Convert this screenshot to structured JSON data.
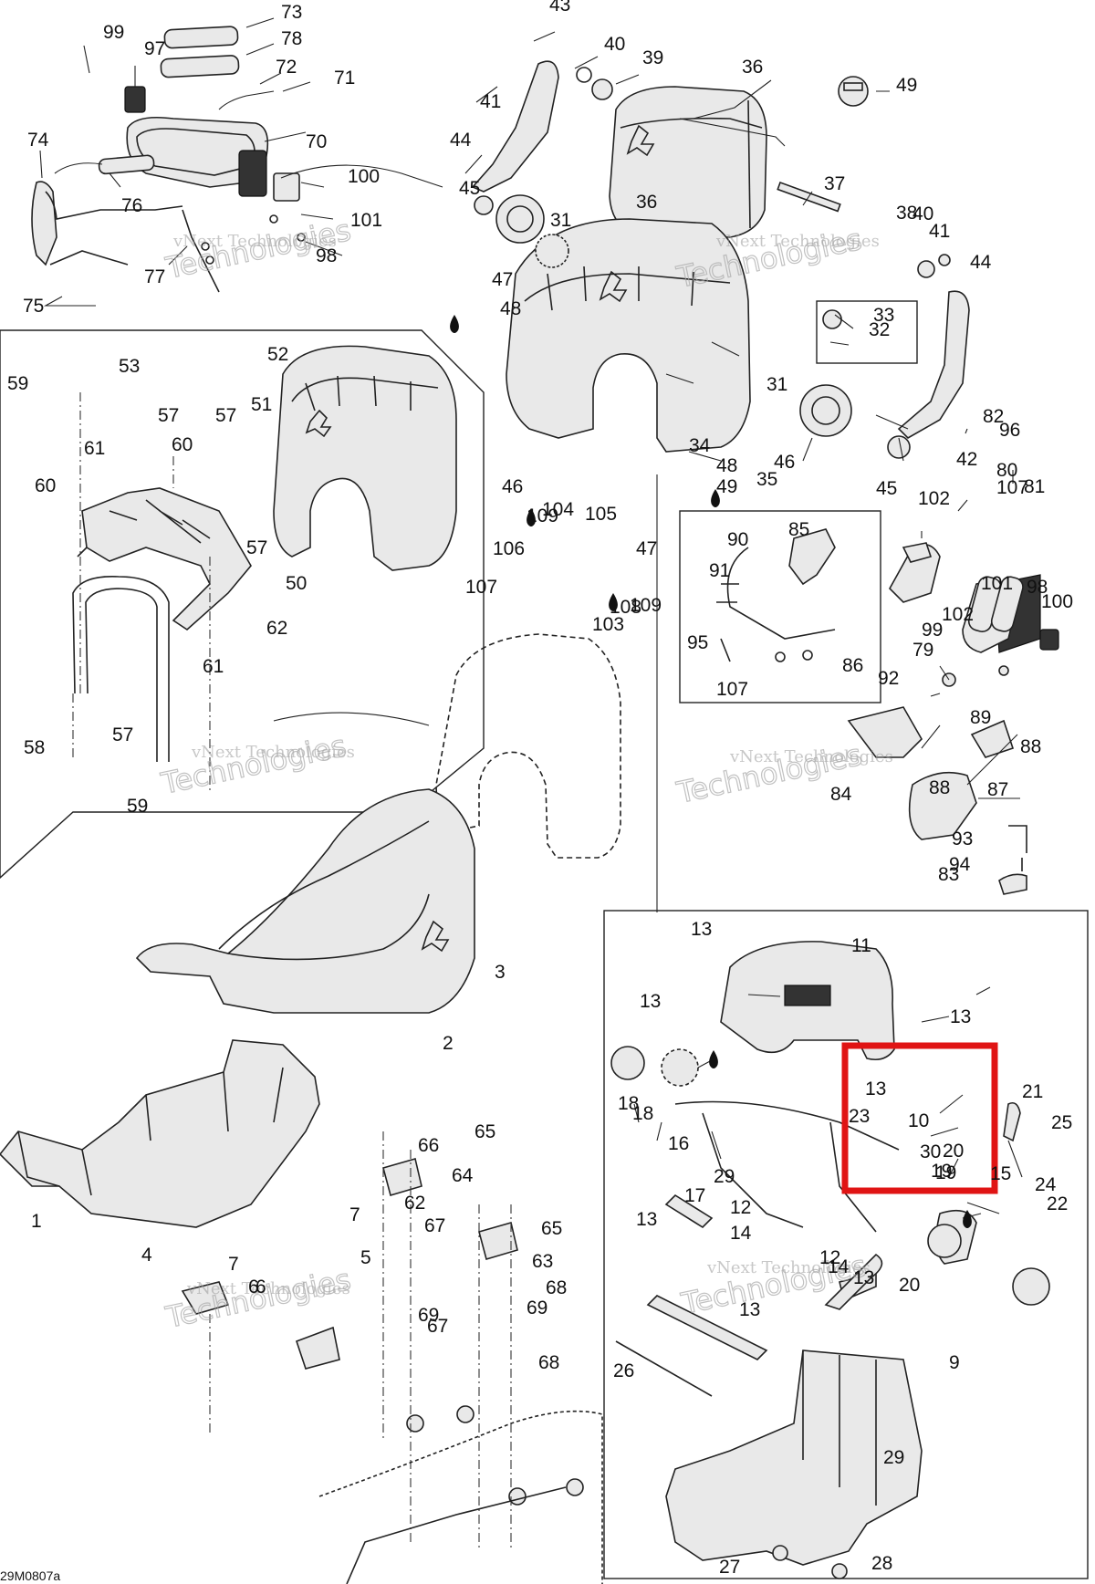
{
  "diagram": {
    "drawing_code": "29M0807a",
    "watermark": "vNext Technologies",
    "watermark_big": "Technologies",
    "highlight_color": "#e01414",
    "part_numbers": [
      "1",
      "2",
      "3",
      "4",
      "5",
      "6",
      "6",
      "7",
      "7",
      "9",
      "10",
      "11",
      "12",
      "12",
      "13",
      "13",
      "13",
      "13",
      "13",
      "13",
      "13",
      "14",
      "14",
      "15",
      "16",
      "17",
      "18",
      "18",
      "19",
      "19",
      "20",
      "20",
      "21",
      "22",
      "23",
      "24",
      "25",
      "26",
      "27",
      "28",
      "29",
      "29",
      "30",
      "31",
      "31",
      "32",
      "33",
      "34",
      "35",
      "36",
      "36",
      "37",
      "38",
      "39",
      "40",
      "40",
      "41",
      "41",
      "42",
      "43",
      "44",
      "44",
      "45",
      "45",
      "46",
      "46",
      "47",
      "47",
      "48",
      "48",
      "49",
      "49",
      "50",
      "51",
      "52",
      "53",
      "57",
      "57",
      "57",
      "57",
      "58",
      "59",
      "59",
      "60",
      "60",
      "61",
      "61",
      "62",
      "62",
      "63",
      "64",
      "65",
      "65",
      "66",
      "67",
      "67",
      "68",
      "68",
      "69",
      "69",
      "70",
      "71",
      "72",
      "73",
      "74",
      "75",
      "76",
      "77",
      "78",
      "79",
      "80",
      "81",
      "82",
      "83",
      "84",
      "85",
      "86",
      "87",
      "88",
      "88",
      "89",
      "90",
      "91",
      "92",
      "93",
      "94",
      "95",
      "96",
      "97",
      "98",
      "98",
      "99",
      "99",
      "100",
      "100",
      "101",
      "101",
      "102",
      "102",
      "103",
      "104",
      "105",
      "106",
      "107",
      "107",
      "107",
      "108",
      "109",
      "109"
    ]
  }
}
